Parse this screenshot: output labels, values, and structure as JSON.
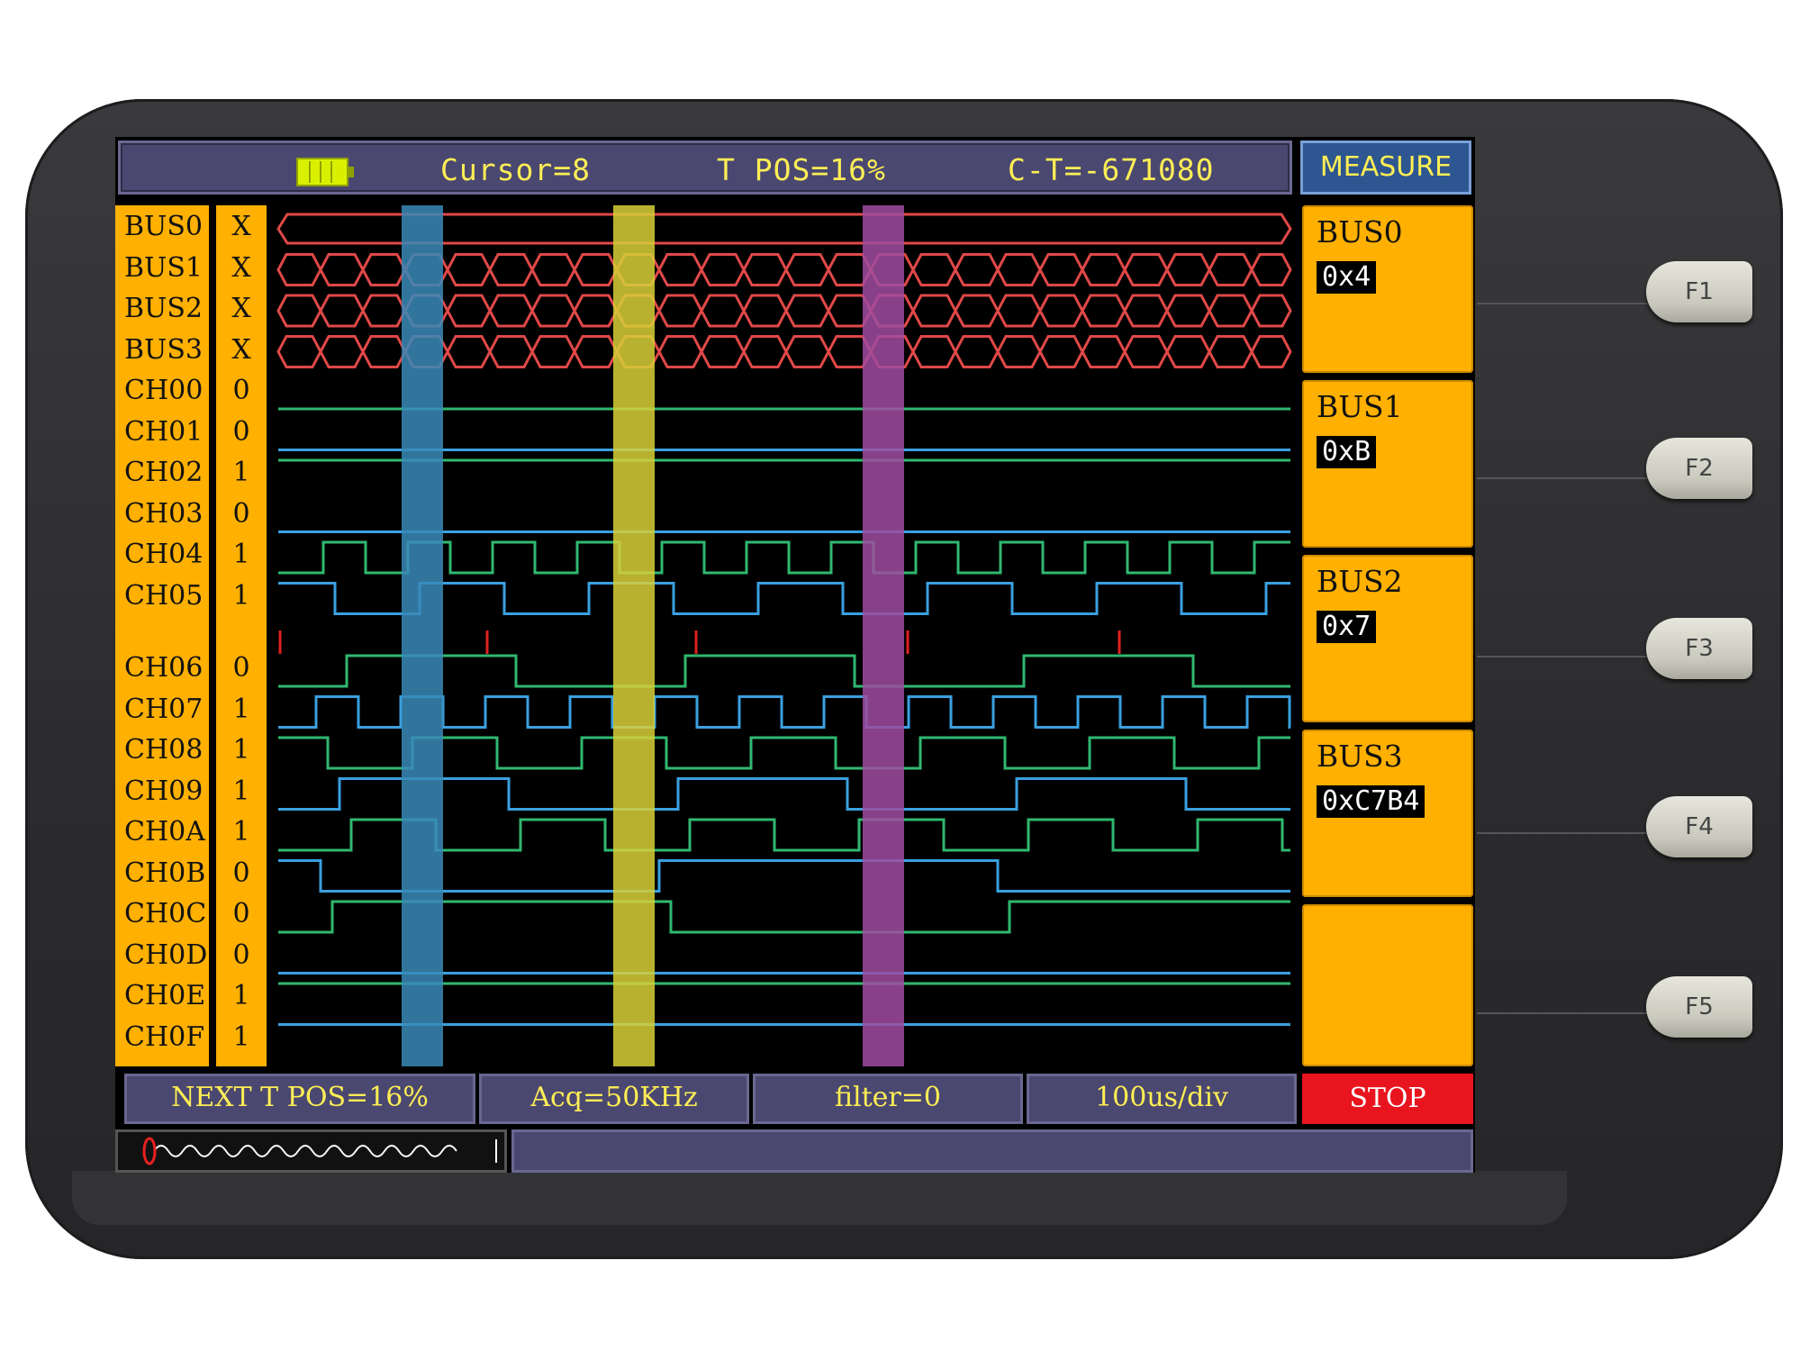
{
  "status": {
    "cursor": "Cursor=8",
    "t_pos": "T  POS=16%",
    "c_t": "C-T=-671080",
    "menu_title": "MEASURE"
  },
  "channels": [
    {
      "label": "BUS0",
      "value": "X"
    },
    {
      "label": "BUS1",
      "value": "X"
    },
    {
      "label": "BUS2",
      "value": "X"
    },
    {
      "label": "BUS3",
      "value": "X"
    },
    {
      "label": "CH00",
      "value": "0"
    },
    {
      "label": "CH01",
      "value": "0"
    },
    {
      "label": "CH02",
      "value": "1"
    },
    {
      "label": "CH03",
      "value": "0"
    },
    {
      "label": "CH04",
      "value": "1"
    },
    {
      "label": "CH05",
      "value": "1"
    },
    {
      "label": "CH06",
      "value": "0"
    },
    {
      "label": "CH07",
      "value": "1"
    },
    {
      "label": "CH08",
      "value": "1"
    },
    {
      "label": "CH09",
      "value": "1"
    },
    {
      "label": "CH0A",
      "value": "1"
    },
    {
      "label": "CH0B",
      "value": "0"
    },
    {
      "label": "CH0C",
      "value": "0"
    },
    {
      "label": "CH0D",
      "value": "0"
    },
    {
      "label": "CH0E",
      "value": "1"
    },
    {
      "label": "CH0F",
      "value": "1"
    }
  ],
  "measure_panels": [
    {
      "name": "BUS0",
      "value": "0x4"
    },
    {
      "name": "BUS1",
      "value": "0xB"
    },
    {
      "name": "BUS2",
      "value": "0x7"
    },
    {
      "name": "BUS3",
      "value": "0xC7B4"
    },
    {
      "name": "",
      "value": ""
    }
  ],
  "bottom_bar": {
    "next_t_pos": "NEXT T POS=16%",
    "acq": "Acq=50KHz",
    "filter": "filter=0",
    "timebase": "100us/div",
    "run_state": "STOP"
  },
  "function_keys": [
    "F1",
    "F2",
    "F3",
    "F4",
    "F5"
  ],
  "colors": {
    "bus_trace": "#e04848",
    "trace_blue": "#3aa0e0",
    "trace_green": "#30b870",
    "cursor_blue": "#3a8ab8",
    "cursor_yellow": "#d8d038",
    "cursor_purple": "#a04ca0",
    "panel_orange": "#ffb000",
    "stop_red": "#e8141e"
  }
}
